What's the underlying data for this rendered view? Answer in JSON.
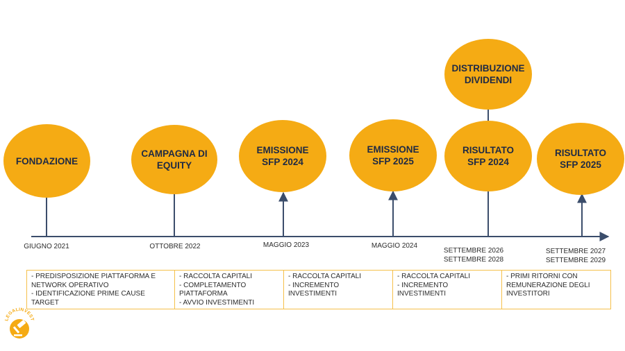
{
  "colors": {
    "node": "#f5ab14",
    "line": "#3b4d6b",
    "box_border": "#f5c04a"
  },
  "milestones": [
    {
      "id": "fondazione",
      "label": "FONDAZIONE",
      "date": "GIUGNO 2021",
      "description": "- PREDISPOSIZIONE PIATTAFORMA E NETWORK OPERATIVO\n- IDENTIFICAZIONE PRIME CAUSE TARGET"
    },
    {
      "id": "campagna",
      "label": "CAMPAGNA DI\nEQUITY",
      "date": "OTTOBRE 2022",
      "description": "- RACCOLTA CAPITALI\n- COMPLETAMENTO PIATTAFORMA\n- AVVIO INVESTIMENTI"
    },
    {
      "id": "emissione-2024",
      "label": "EMISSIONE\nSFP 2024",
      "date": "MAGGIO 2023",
      "description": "- RACCOLTA CAPITALI\n- INCREMENTO INVESTIMENTI"
    },
    {
      "id": "emissione-2025",
      "label": "EMISSIONE\nSFP 2025",
      "date": "MAGGIO 2024",
      "description": "- RACCOLTA CAPITALI\n- INCREMENTO INVESTIMENTI"
    },
    {
      "id": "risultato-2024",
      "label": "RISULTATO\nSFP 2024",
      "date": "SETTEMBRE 2026\nSETTEMBRE 2028",
      "description": "- PRIMI RITORNI CON REMUNERAZIONE DEGLI INVESTITORI"
    },
    {
      "id": "risultato-2025",
      "label": "RISULTATO\nSFP 2025",
      "date": "SETTEMBRE 2027\nSETTEMBRE 2029"
    }
  ],
  "extra_node": {
    "label": "DISTRIBUZIONE\nDIVIDENDI"
  },
  "logo": {
    "text": "LEGALINVEST"
  }
}
